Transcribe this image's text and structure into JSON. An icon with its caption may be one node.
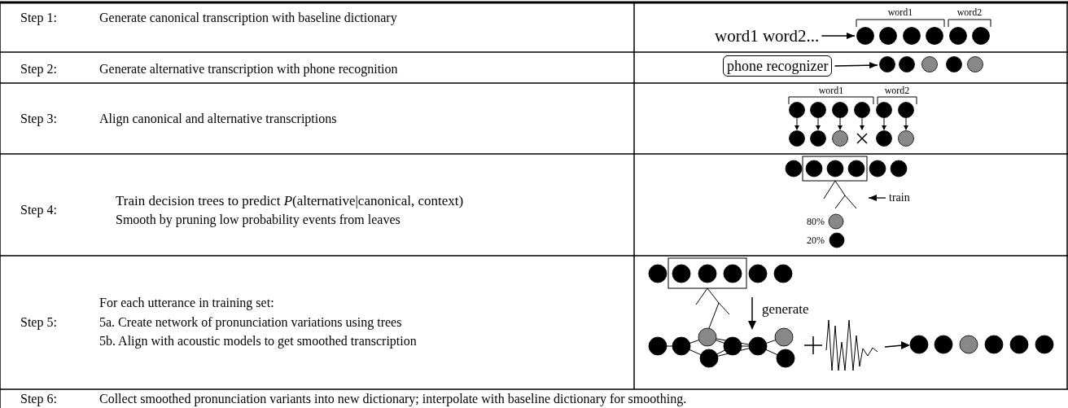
{
  "diagram": {
    "nodes": [
      {
        "text": [
          "word1 word2..."
        ]
      },
      {
        "text": [
          "phone recognizer"
        ]
      },
      {
        "text": [],
        "shape": "picture"
      },
      {
        "text": [
          "train"
        ]
      }
    ],
    "edges": [
      {
        "from": 0,
        "to": null,
        "arrow": "to"
      },
      {
        "from": 1,
        "to": null,
        "arrow": "to"
      },
      {
        "from": 3,
        "to": 2,
        "arrow": "to"
      }
    ],
    "labels": [
      "Step 1:",
      "Generate canonical transcription with baseline dictionary",
      "word1",
      "word2",
      "Step 2:",
      "Generate alternative transcription with phone recognition",
      "Step 3:",
      "Align canonical and alternative transcriptions",
      "word1",
      "word2",
      "Step 4:",
      "Train decision trees to predict *P*(alternative|canonical, context)",
      "Smooth by pruning low probability events from leaves",
      "80%",
      "20%",
      "Step 5:",
      "For each utterance in training set:",
      "5a. Create network of pronunciation variations using trees",
      "5b. Align with acoustic models to get smoothed transcription",
      "generate",
      "Step 6:",
      "Collect smoothed pronunciation variants into new dictionary; interpolate with baseline dictionary for smoothing."
    ]
  }
}
